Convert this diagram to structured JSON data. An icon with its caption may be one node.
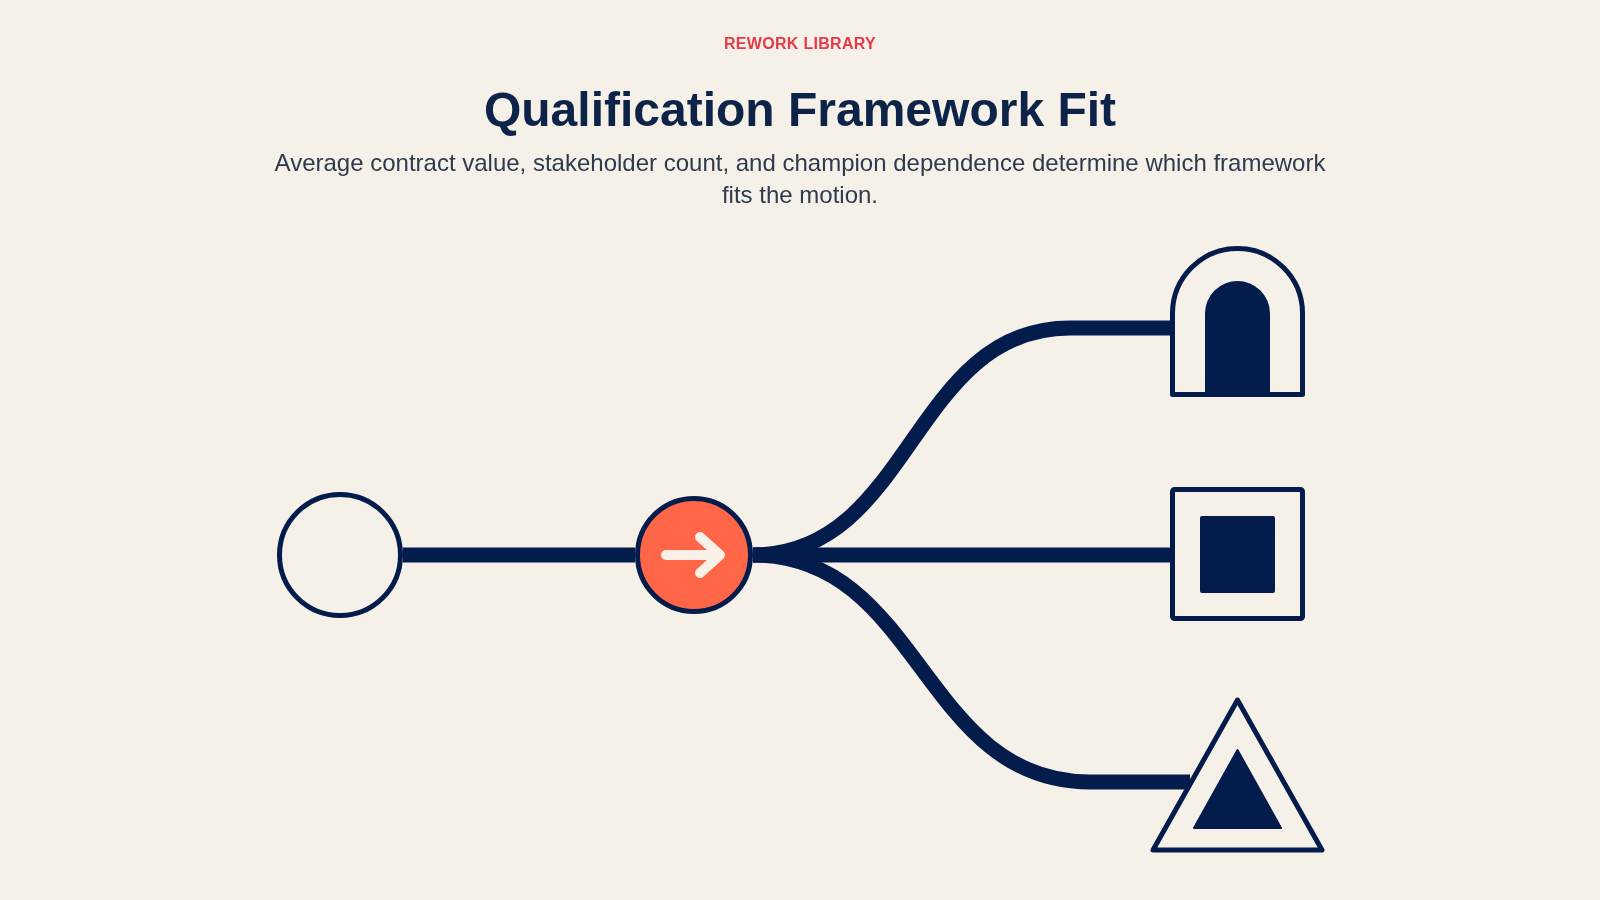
{
  "diagram": {
    "title": "Qualification Framework Fit",
    "caption": "Average contract value, stakeholder count, and champion dependence determine which framework fits the motion.",
    "nodes": [
      {
        "text": [],
        "shape": "circle"
      },
      {
        "text": [],
        "shape": "circle"
      },
      {
        "text": [],
        "shape": "arch"
      },
      {
        "text": [],
        "shape": "box"
      },
      {
        "text": [],
        "shape": "triangle"
      }
    ],
    "edges": [
      {
        "from": 0,
        "to": 1,
        "arrow": "none"
      },
      {
        "from": 1,
        "to": 2,
        "arrow": "none"
      },
      {
        "from": 1,
        "to": 3,
        "arrow": "none"
      },
      {
        "from": 1,
        "to": 4,
        "arrow": "none"
      }
    ],
    "labels": [
      "REWORK LIBRARY"
    ]
  }
}
